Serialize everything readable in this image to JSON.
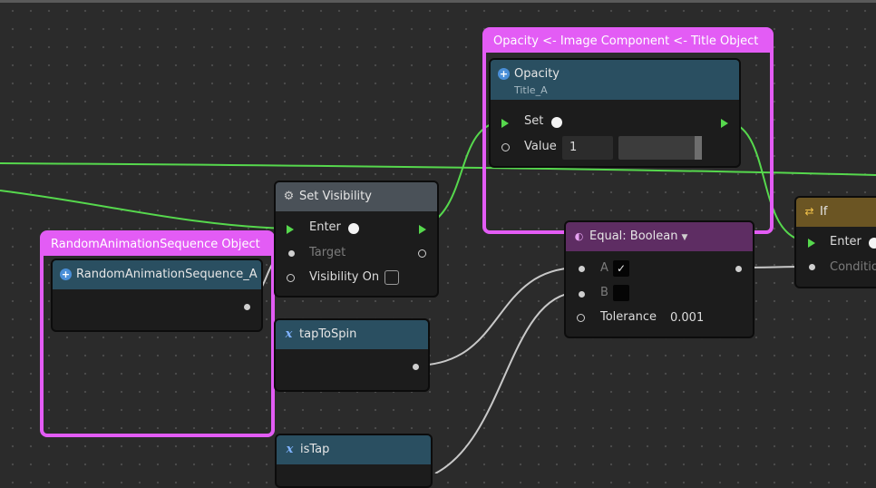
{
  "groups": {
    "opacity_group": {
      "title": "Opacity <- Image Component <- Title Object"
    },
    "random_group": {
      "title": "RandomAnimationSequence Object"
    }
  },
  "nodes": {
    "opacity": {
      "title": "Opacity",
      "subtitle": "Title_A",
      "set_label": "Set",
      "value_label": "Value",
      "value": "1"
    },
    "random_sequence": {
      "title": "RandomAnimationSequence_A"
    },
    "set_visibility": {
      "title": "Set Visibility",
      "enter_label": "Enter",
      "target_label": "Target",
      "visibility_on_label": "Visibility On"
    },
    "tap_to_spin": {
      "title": "tapToSpin"
    },
    "is_tap": {
      "title": "isTap"
    },
    "equal_boolean": {
      "title": "Equal: Boolean",
      "a_label": "A",
      "b_label": "B",
      "tolerance_label": "Tolerance",
      "tolerance_value": "0.001",
      "a_check": "✓"
    },
    "if_node": {
      "title": "If",
      "enter_label": "Enter",
      "condition_label": "Conditio"
    }
  },
  "colors": {
    "group_border": "#e35cf5",
    "flow_wire": "#56d84d",
    "data_wire": "#c8c8c8",
    "canvas": "#2b2b2b"
  },
  "icons": {
    "opacity": "plus-circle-icon",
    "random_sequence": "plus-circle-icon",
    "set_visibility": "gear-icon",
    "tap_to_spin": "variable-x-icon",
    "is_tap": "variable-x-icon",
    "equal_boolean": "toggle-icon",
    "if_node": "branch-icon"
  }
}
